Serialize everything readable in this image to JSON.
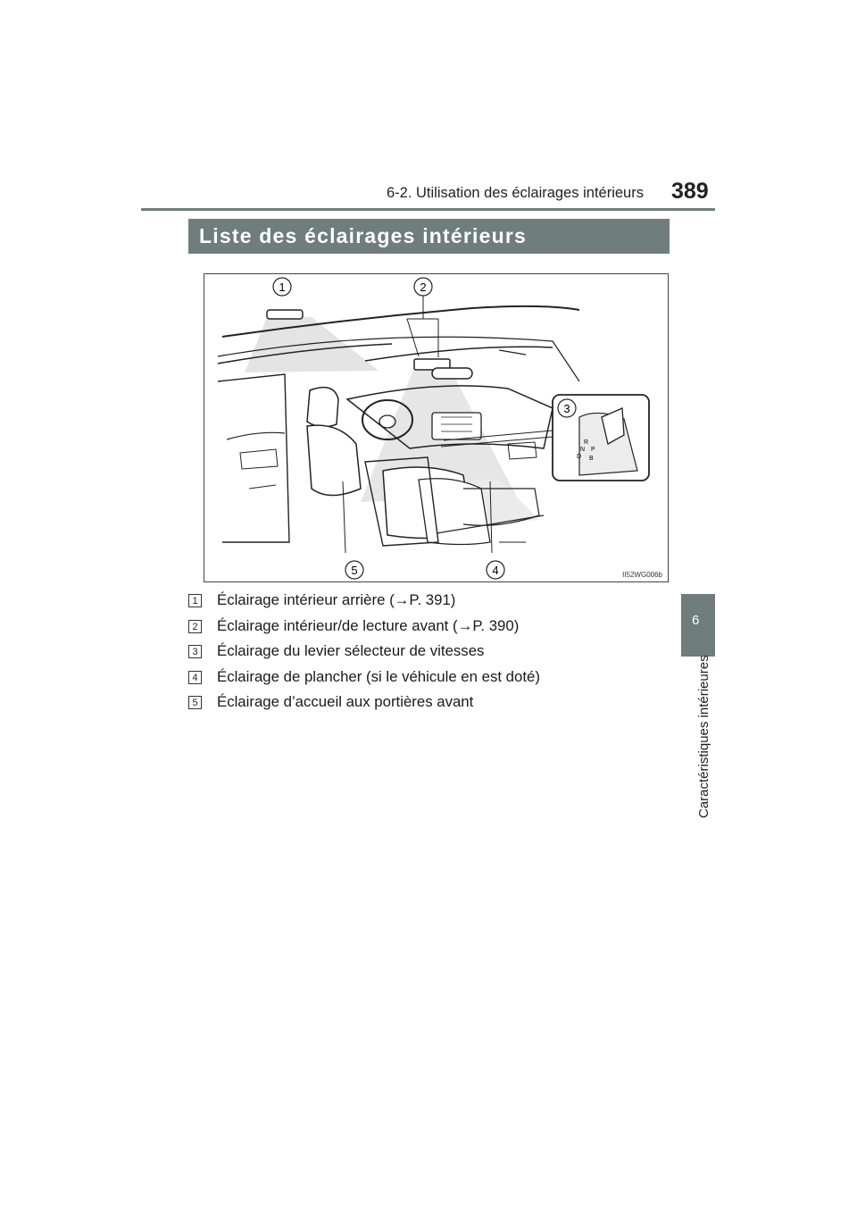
{
  "header": {
    "section": "6-2. Utilisation des éclairages intérieurs",
    "page_number": "389"
  },
  "side_tab": {
    "chapter_number": "6",
    "chapter_label": "Caractéristiques intérieures"
  },
  "section_title": "Liste des éclairages intérieurs",
  "figure": {
    "callouts": [
      "1",
      "2",
      "3",
      "4",
      "5"
    ],
    "code": "II52WG006b",
    "selector_letters": [
      "R",
      "N",
      "D",
      "B",
      "P"
    ]
  },
  "items": [
    {
      "num": "1",
      "text": "Éclairage intérieur arrière (→P. 391)"
    },
    {
      "num": "2",
      "text": "Éclairage intérieur/de lecture avant (→P. 390)"
    },
    {
      "num": "3",
      "text": "Éclairage du levier sélecteur de vitesses"
    },
    {
      "num": "4",
      "text": "Éclairage de plancher (si le véhicule en est doté)"
    },
    {
      "num": "5",
      "text": "Éclairage d’accueil aux portières avant"
    }
  ]
}
